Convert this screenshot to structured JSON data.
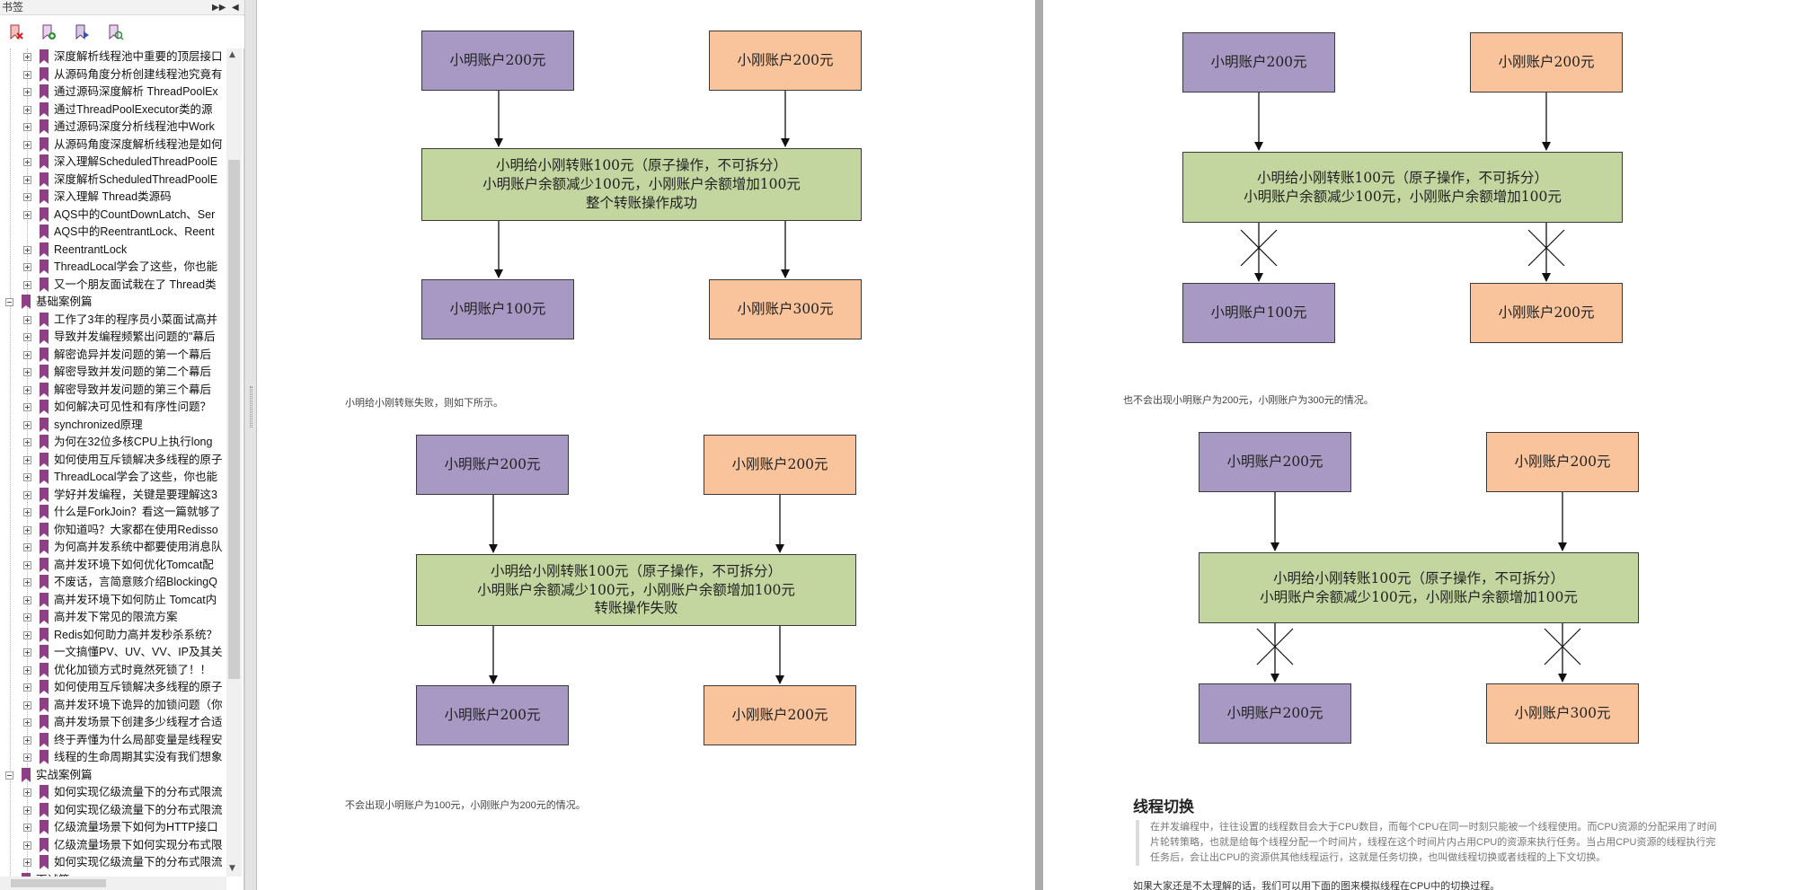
{
  "sidebar": {
    "title": "书签",
    "toolbar_icons": [
      "delete-bookmark-icon",
      "add-bookmark-icon",
      "bookmark-properties-icon",
      "find-bookmark-icon"
    ],
    "items": [
      {
        "label": "深度解析线程池中重要的顶层接口",
        "level": 1,
        "type": "plus"
      },
      {
        "label": "从源码角度分析创建线程池究竟有",
        "level": 1,
        "type": "plus"
      },
      {
        "label": "通过源码深度解析 ThreadPoolEx",
        "level": 1,
        "type": "plus"
      },
      {
        "label": "通过ThreadPoolExecutor类的源",
        "level": 1,
        "type": "plus"
      },
      {
        "label": "通过源码深度分析线程池中Work",
        "level": 1,
        "type": "plus"
      },
      {
        "label": "从源码角度深度解析线程池是如何",
        "level": 1,
        "type": "plus"
      },
      {
        "label": "深入理解ScheduledThreadPoolE",
        "level": 1,
        "type": "plus"
      },
      {
        "label": "深度解析ScheduledThreadPoolE",
        "level": 1,
        "type": "plus"
      },
      {
        "label": "深入理解 Thread类源码",
        "level": 1,
        "type": "plus"
      },
      {
        "label": "AQS中的CountDownLatch、Ser",
        "level": 1,
        "type": "plus"
      },
      {
        "label": "AQS中的ReentrantLock、Reent",
        "level": 1,
        "type": "leaf"
      },
      {
        "label": "ReentrantLock",
        "level": 1,
        "type": "plus"
      },
      {
        "label": "ThreadLocal学会了这些，你也能",
        "level": 1,
        "type": "plus"
      },
      {
        "label": "又一个朋友面试栽在了 Thread类",
        "level": 1,
        "type": "plus"
      },
      {
        "label": "基础案例篇",
        "level": 0,
        "type": "minus"
      },
      {
        "label": "工作了3年的程序员小菜面试高并",
        "level": 1,
        "type": "plus"
      },
      {
        "label": "导致并发编程频繁出问题的\"幕后",
        "level": 1,
        "type": "plus"
      },
      {
        "label": "解密诡异并发问题的第一个幕后",
        "level": 1,
        "type": "plus"
      },
      {
        "label": "解密导致并发问题的第二个幕后",
        "level": 1,
        "type": "plus"
      },
      {
        "label": "解密导致并发问题的第三个幕后",
        "level": 1,
        "type": "plus"
      },
      {
        "label": "如何解决可见性和有序性问题？",
        "level": 1,
        "type": "plus"
      },
      {
        "label": "synchronized原理",
        "level": 1,
        "type": "plus"
      },
      {
        "label": "为何在32位多核CPU上执行long",
        "level": 1,
        "type": "plus"
      },
      {
        "label": "如何使用互斥锁解决多线程的原子",
        "level": 1,
        "type": "plus"
      },
      {
        "label": "ThreadLocal学会了这些，你也能",
        "level": 1,
        "type": "plus"
      },
      {
        "label": "学好并发编程，关键是要理解这3",
        "level": 1,
        "type": "plus"
      },
      {
        "label": "什么是ForkJoin？看这一篇就够了",
        "level": 1,
        "type": "plus"
      },
      {
        "label": "你知道吗？大家都在使用Redisso",
        "level": 1,
        "type": "plus"
      },
      {
        "label": "为何高并发系统中都要使用消息队",
        "level": 1,
        "type": "plus"
      },
      {
        "label": "高并发环境下如何优化Tomcat配",
        "level": 1,
        "type": "plus"
      },
      {
        "label": "不废话，言简意赅介绍BlockingQ",
        "level": 1,
        "type": "plus"
      },
      {
        "label": "高并发环境下如何防止 Tomcat内",
        "level": 1,
        "type": "plus"
      },
      {
        "label": "高并发下常见的限流方案",
        "level": 1,
        "type": "plus"
      },
      {
        "label": "Redis如何助力高并发秒杀系统？",
        "level": 1,
        "type": "plus"
      },
      {
        "label": "一文搞懂PV、UV、VV、IP及其关",
        "level": 1,
        "type": "plus"
      },
      {
        "label": "优化加锁方式时竟然死锁了！！",
        "level": 1,
        "type": "plus"
      },
      {
        "label": "如何使用互斥锁解决多线程的原子",
        "level": 1,
        "type": "plus"
      },
      {
        "label": "高并发环境下诡异的加锁问题（你",
        "level": 1,
        "type": "plus"
      },
      {
        "label": "高并发场景下创建多少线程才合适",
        "level": 1,
        "type": "plus"
      },
      {
        "label": "终于弄懂为什么局部变量是线程安",
        "level": 1,
        "type": "plus"
      },
      {
        "label": "线程的生命周期其实没有我们想象",
        "level": 1,
        "type": "plus"
      },
      {
        "label": "实战案例篇",
        "level": 0,
        "type": "minus"
      },
      {
        "label": "如何实现亿级流量下的分布式限流",
        "level": 1,
        "type": "plus"
      },
      {
        "label": "如何实现亿级流量下的分布式限流",
        "level": 1,
        "type": "plus"
      },
      {
        "label": "亿级流量场景下如何为HTTP接口",
        "level": 1,
        "type": "plus"
      },
      {
        "label": "亿级流量场景下如何实现分布式限",
        "level": 1,
        "type": "plus"
      },
      {
        "label": "如何实现亿级流量下的分布式限流",
        "level": 1,
        "type": "plus"
      },
      {
        "label": "面试篇",
        "level": 0,
        "type": "plus"
      }
    ]
  },
  "labels": {
    "xiaoming_200": "小明账户200元",
    "xiaogang_200": "小刚账户200元",
    "xiaoming_100": "小明账户100元",
    "xiaogang_300": "小刚账户300元",
    "xiaoming_200b": "小明账户200元",
    "xiaogang_200b": "小刚账户200元",
    "xiaoming_200c": "小明账户200元",
    "xiaogang_200c": "小刚账户200元",
    "xiaoming_200d": "小明账户200元",
    "xiaogang_300b": "小刚账户300元",
    "xiaoming_200e": "小明账户200元",
    "xiaogang_200e": "小刚账户200元",
    "xiaoming_100b": "小明账户100元",
    "xiaogang_200f": "小刚账户200元",
    "xiaoming_200g": "小明账户200元",
    "xiaogang_200g": "小刚账户200元",
    "xiaoming_200h": "小明账户200元",
    "xiaogang_300c": "小刚账户300元"
  },
  "diagram1": {
    "line1": "小明给小刚转账100元（原子操作，不可拆分）",
    "line2": "小明账户余额减少100元，小刚账户余额增加100元",
    "line3": "整个转账操作成功"
  },
  "diagram2": {
    "line1": "小明给小刚转账100元（原子操作，不可拆分）",
    "line2": "小明账户余额减少100元，小刚账户余额增加100元",
    "line3": "转账操作失败"
  },
  "diagram3": {
    "line1": "小明给小刚转账100元（原子操作，不可拆分）",
    "line2": "小明账户余额减少100元，小刚账户余额增加100元"
  },
  "diagram4": {
    "line1": "小明给小刚转账100元（原子操作，不可拆分）",
    "line2": "小明账户余额减少100元，小刚账户余额增加100元"
  },
  "captions": {
    "fail_intro": "小明给小刚转账失败，则如下所示。",
    "not_100_200": "不会出现小明账户为100元，小刚账户为200元的情况。",
    "not_200_300": "也不会出现小明账户为200元，小刚账户为300元的情况。"
  },
  "section": {
    "heading": "线程切换",
    "quote": "在并发编程中，往往设置的线程数目会大于CPU数目，而每个CPU在同一时刻只能被一个线程使用。而CPU资源的分配采用了时间片轮转策略，也就是给每个线程分配一个时间片，线程在这个时间片内占用CPU的资源来执行任务。当占用CPU资源的线程执行完任务后，会让出CPU的资源供其他线程运行，这就是任务切换，也叫做线程切换或者线程的上下文切换。",
    "bottom": "如果大家还是不太理解的话，我们可以用下面的图来模拟线程在CPU中的切换过程。"
  },
  "colors": {
    "purple_box": "#a799c3",
    "orange_box": "#f9c49b",
    "green_box": "#c3d6a0",
    "bookmark": "#8e3f86"
  }
}
